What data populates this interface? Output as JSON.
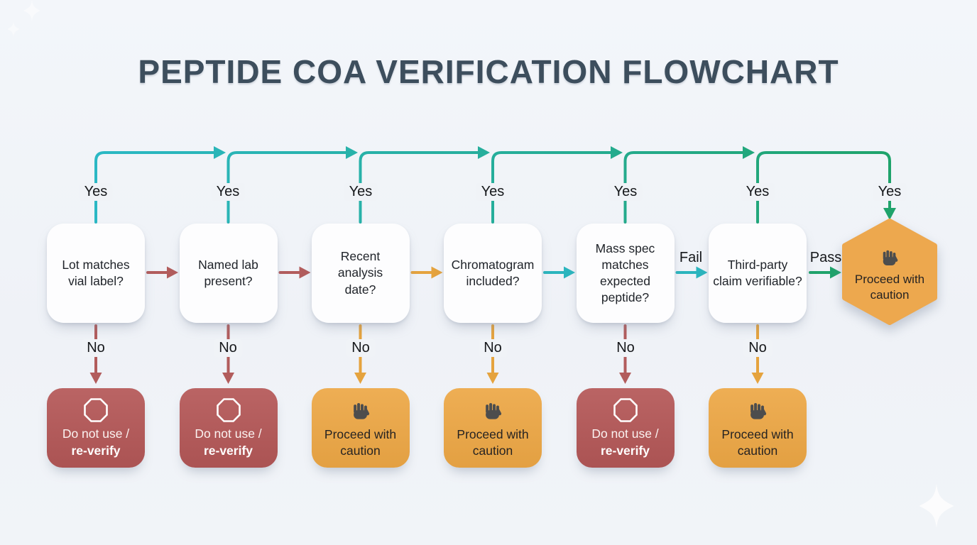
{
  "title": "PEPTIDE COA VERIFICATION FLOWCHART",
  "edge_labels": {
    "yes": "Yes",
    "no": "No",
    "fail": "Fail",
    "pass": "Pass"
  },
  "columns": [
    {
      "question": "Lot matches vial label?",
      "yes_target": "next question",
      "no_outcome": {
        "kind": "stop",
        "icon": "stop-octagon-icon",
        "line1": "Do not use /",
        "line2": "re-verify"
      }
    },
    {
      "question": "Named lab present?",
      "yes_target": "next question",
      "no_outcome": {
        "kind": "stop",
        "icon": "stop-octagon-icon",
        "line1": "Do not use /",
        "line2": "re-verify"
      }
    },
    {
      "question": "Recent analysis date?",
      "yes_target": "next question",
      "no_outcome": {
        "kind": "caution",
        "icon": "hand-icon",
        "text": "Proceed with caution"
      }
    },
    {
      "question": "Chromatogram included?",
      "yes_target": "next question",
      "no_outcome": {
        "kind": "caution",
        "icon": "hand-icon",
        "text": "Proceed with caution"
      }
    },
    {
      "question": "Mass spec matches expected peptide?",
      "yes_target": "next question",
      "fail_target": "next question",
      "no_outcome": {
        "kind": "stop",
        "icon": "stop-octagon-icon",
        "line1": "Do not use /",
        "line2": "re-verify"
      }
    },
    {
      "question": "Third-party claim verifiable?",
      "yes_target": "final node",
      "pass_target": "final node",
      "no_outcome": {
        "kind": "caution",
        "icon": "hand-icon",
        "text": "Proceed with caution"
      }
    }
  ],
  "final_node": {
    "shape": "hexagon",
    "icon": "hand-icon",
    "text": "Proceed with caution"
  },
  "colors": {
    "background": "#f0f3f7",
    "title": "#3d4e5d",
    "yes_bus_teal": "#2bb8c4",
    "yes_bus_green": "#1fa36b",
    "arrow_red": "#b25c5c",
    "arrow_orange": "#e5a33e",
    "arrow_teal": "#2bb5be",
    "arrow_green": "#1fa36b",
    "stop_box": "#b05858",
    "caution_box": "#e9a74b",
    "question_box": "#fdfdfe",
    "hexagon": "#eda84e"
  }
}
